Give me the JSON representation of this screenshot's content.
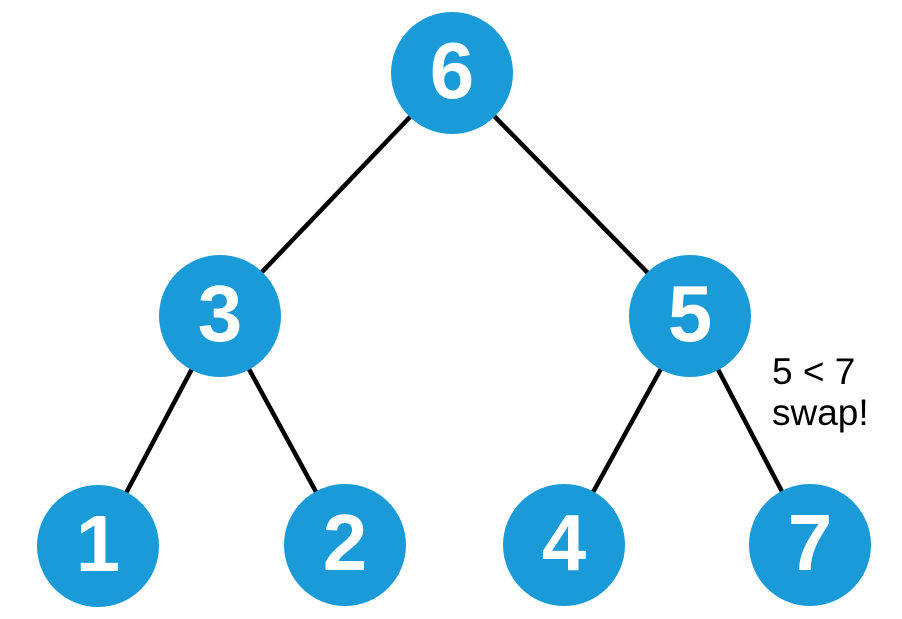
{
  "diagram": {
    "type": "binary-tree",
    "nodes": [
      {
        "id": "6",
        "label": "6",
        "level": 0
      },
      {
        "id": "3",
        "label": "3",
        "level": 1
      },
      {
        "id": "5",
        "label": "5",
        "level": 1
      },
      {
        "id": "1",
        "label": "1",
        "level": 2
      },
      {
        "id": "2",
        "label": "2",
        "level": 2
      },
      {
        "id": "4",
        "label": "4",
        "level": 2
      },
      {
        "id": "7",
        "label": "7",
        "level": 2
      }
    ],
    "edges": [
      {
        "from": "6",
        "to": "3"
      },
      {
        "from": "6",
        "to": "5"
      },
      {
        "from": "3",
        "to": "1"
      },
      {
        "from": "3",
        "to": "2"
      },
      {
        "from": "5",
        "to": "4"
      },
      {
        "from": "5",
        "to": "7"
      }
    ],
    "annotation": {
      "line1": "5 < 7",
      "line2": "swap!"
    },
    "colors": {
      "node_fill": "#1a9ad6",
      "node_text": "#ffffff",
      "edge": "#000000",
      "annotation_text": "#000000",
      "background": "#ffffff"
    }
  }
}
